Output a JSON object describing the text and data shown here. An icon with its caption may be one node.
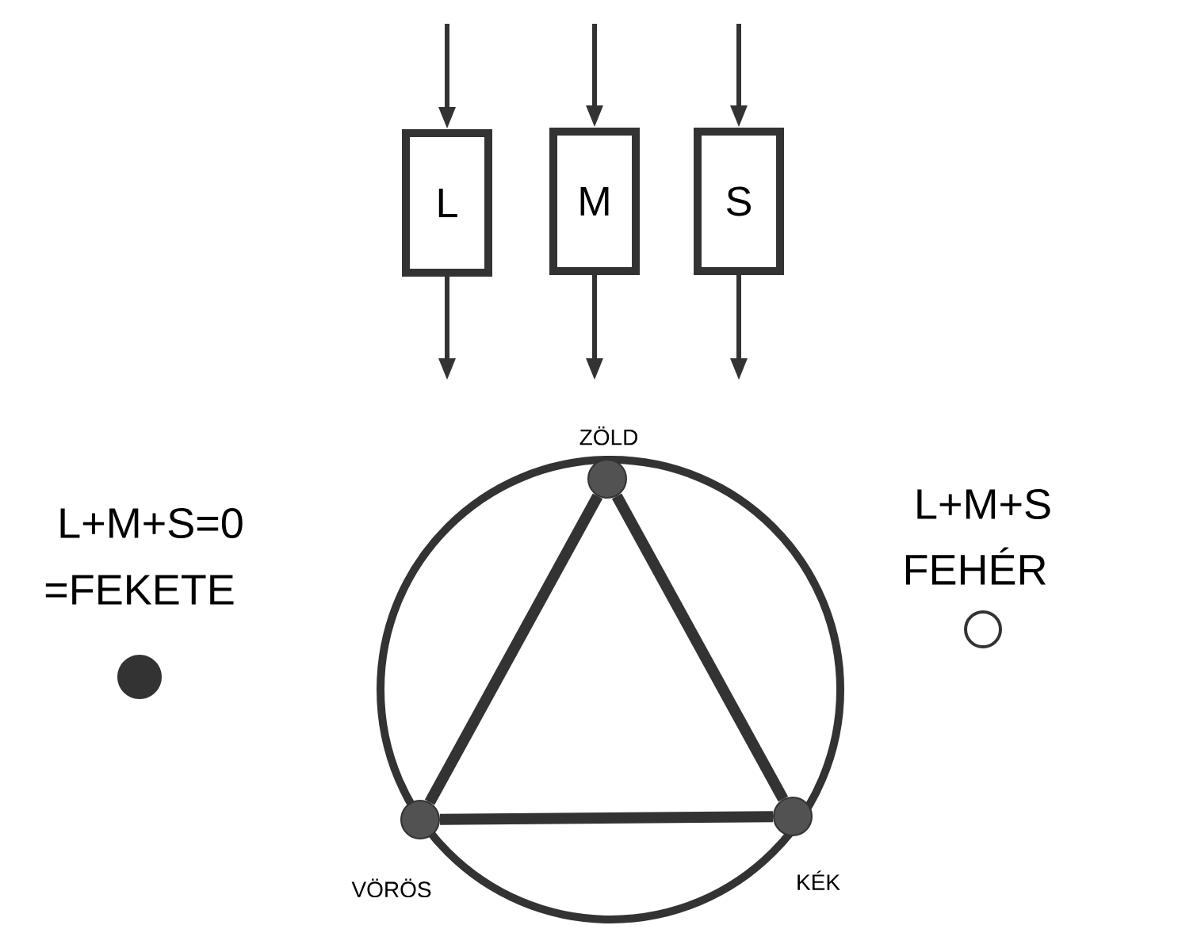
{
  "diagram": {
    "nodes": [
      {
        "text": [
          "L"
        ]
      },
      {
        "text": [
          "M"
        ]
      },
      {
        "text": [
          "S"
        ]
      },
      {
        "text": [],
        "shape": "circle",
        "beside": [
          "VÖRÖS"
        ]
      },
      {
        "text": [],
        "shape": "circle",
        "beside": [
          "ZÖLD"
        ]
      },
      {
        "text": [],
        "shape": "circle",
        "beside": [
          "KÉK"
        ]
      }
    ],
    "edges": [
      {
        "from": null,
        "to": 0,
        "arrow": "to"
      },
      {
        "from": 0,
        "to": null,
        "arrow": "to"
      },
      {
        "from": null,
        "to": 1,
        "arrow": "to"
      },
      {
        "from": 1,
        "to": null,
        "arrow": "to"
      },
      {
        "from": null,
        "to": 2,
        "arrow": "to"
      },
      {
        "from": 2,
        "to": null,
        "arrow": "to"
      },
      {
        "from": 3,
        "to": 4,
        "arrow": "none",
        "style": "thick"
      },
      {
        "from": 4,
        "to": 5,
        "arrow": "none",
        "style": "thick"
      },
      {
        "from": 3,
        "to": 5,
        "arrow": "none",
        "style": "thick"
      }
    ],
    "labels": [
      "L+M+S=0",
      "=FEKETE",
      "L+M+S",
      "FEHÉR"
    ]
  }
}
